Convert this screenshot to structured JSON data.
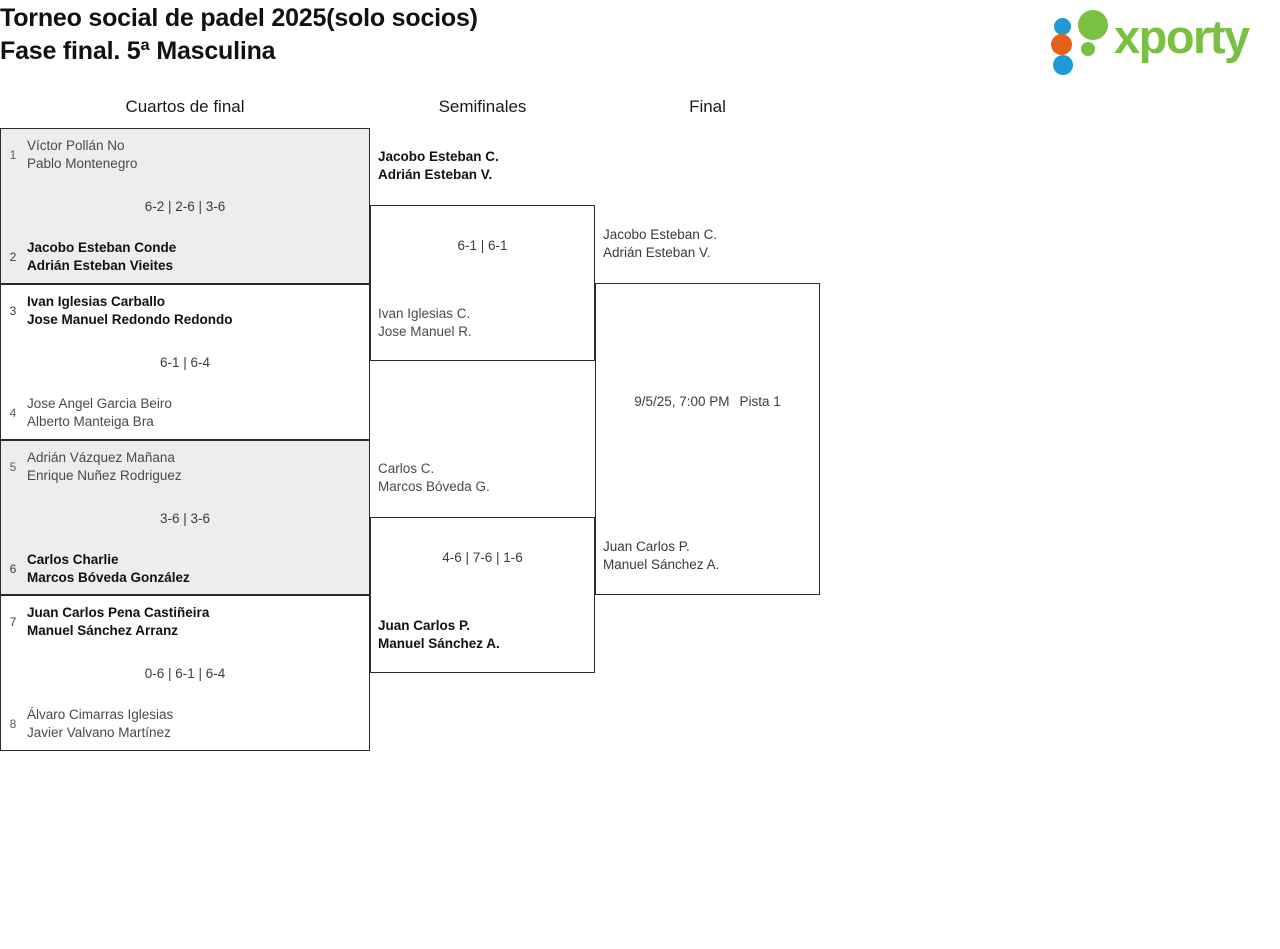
{
  "header": {
    "title": "Torneo social de padel 2025(solo socios)\nFase final. 5ª Masculina",
    "brand": "xporty"
  },
  "rounds": [
    {
      "id": "qf",
      "label": "Cuartos de final"
    },
    {
      "id": "sf",
      "label": "Semifinales"
    },
    {
      "id": "f",
      "label": "Final"
    }
  ],
  "bracket": {
    "quarterfinals": [
      {
        "score": "6-2 | 2-6 | 3-6",
        "top": {
          "seed": "1",
          "names": "Víctor Pollán No\nPablo Montenegro",
          "winner": false
        },
        "bottom": {
          "seed": "2",
          "names": "Jacobo Esteban Conde\nAdrián Esteban Vieites",
          "winner": true
        }
      },
      {
        "score": "6-1 | 6-4",
        "top": {
          "seed": "3",
          "names": "Ivan Iglesias Carballo\nJose Manuel Redondo Redondo",
          "winner": true
        },
        "bottom": {
          "seed": "4",
          "names": "Jose Angel Garcia Beiro\nAlberto Manteiga Bra",
          "winner": false
        }
      },
      {
        "score": "3-6 | 3-6",
        "top": {
          "seed": "5",
          "names": "Adrián Vázquez Mañana\nEnrique Nuñez Rodriguez",
          "winner": false
        },
        "bottom": {
          "seed": "6",
          "names": "Carlos Charlie\nMarcos Bóveda González",
          "winner": true
        }
      },
      {
        "score": "0-6 | 6-1 | 6-4",
        "top": {
          "seed": "7",
          "names": "Juan Carlos Pena Castiñeira\nManuel Sánchez Arranz",
          "winner": true
        },
        "bottom": {
          "seed": "8",
          "names": "Álvaro Cimarras Iglesias\nJavier Valvano Martínez",
          "winner": false
        }
      }
    ],
    "semifinals": [
      {
        "score": "6-1 | 6-1",
        "top": {
          "names": "Jacobo Esteban C.\nAdrián Esteban V.",
          "winner": true
        },
        "bottom": {
          "names": "Ivan Iglesias C.\nJose Manuel R.",
          "winner": false
        }
      },
      {
        "score": "4-6 | 7-6 | 1-6",
        "top": {
          "names": "Carlos C.\nMarcos Bóveda G.",
          "winner": false
        },
        "bottom": {
          "names": "Juan Carlos P.\nManuel Sánchez A.",
          "winner": true
        }
      }
    ],
    "final": {
      "schedule_date": "9/5/25, 7:00 PM",
      "schedule_court": "Pista 1",
      "top": {
        "names": "Jacobo Esteban C.\nAdrián Esteban V."
      },
      "bottom": {
        "names": "Juan Carlos P.\nManuel Sánchez A."
      }
    }
  }
}
